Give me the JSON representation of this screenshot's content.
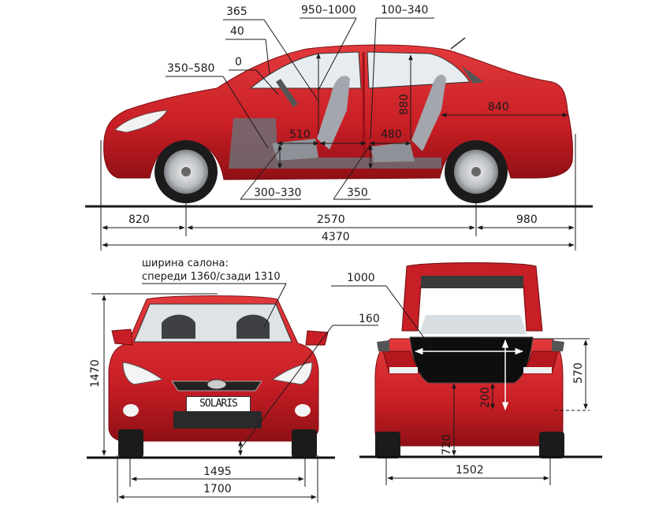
{
  "diagram": {
    "subject": "Hyundai Solaris sedan dimensions",
    "colors": {
      "body_red": "#d0222a",
      "body_dark": "#9e1418",
      "glass": "#e8eef0",
      "seat_grey": "#8c8f96",
      "line": "#1a1a1a",
      "ground": "#111111"
    },
    "side_view": {
      "interior_labels": {
        "l365": "365",
        "l40": "40",
        "l0": "0",
        "l350_580": "350–580",
        "l950_1000": "950–1000",
        "l100_340": "100–340",
        "l880": "880",
        "l840": "840",
        "l510": "510",
        "l480": "480",
        "l300_330": "300–330",
        "l350": "350"
      },
      "exterior": {
        "front_overhang": "820",
        "wheelbase": "2570",
        "rear_overhang": "980",
        "overall_length": "4370"
      }
    },
    "front_view": {
      "cabin_width_caption_line1": "ширина салона:",
      "cabin_width_caption_line2": "спереди 1360/сзади 1310",
      "height": "1470",
      "ground_clearance": "160",
      "front_track": "1495",
      "overall_width": "1700",
      "plate_text": "SOLARIS"
    },
    "rear_view": {
      "trunk_width": "1000",
      "trunk_opening_height": "570",
      "sill_step": "200",
      "load_height": "720",
      "rear_track": "1502"
    }
  }
}
